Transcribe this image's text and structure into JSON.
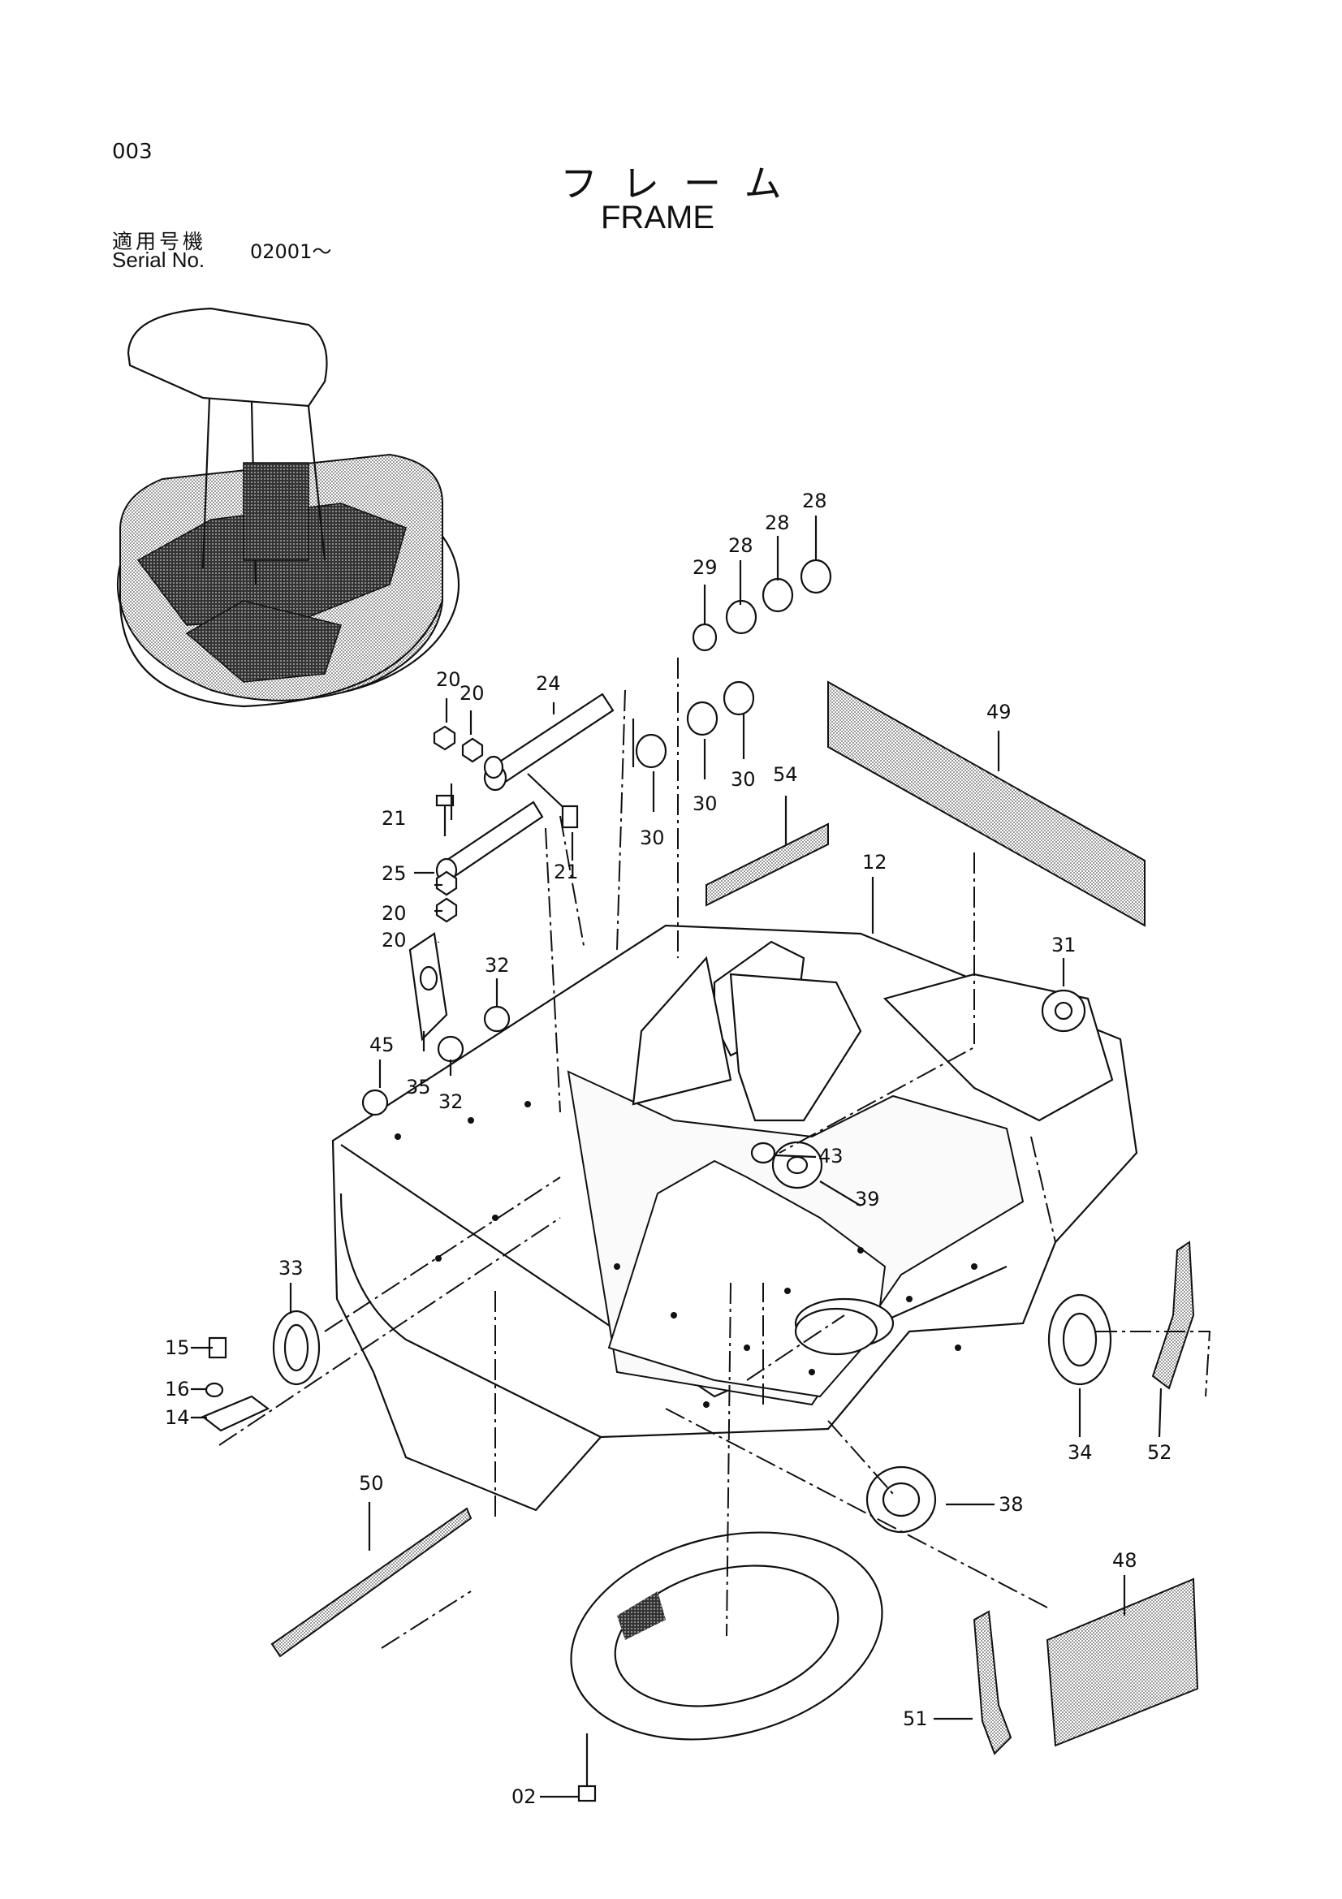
{
  "header": {
    "page_number": "003",
    "title_jp": "フレーム",
    "title_en": "FRAME",
    "serial_label_jp": "適用号機",
    "serial_label_en": "Serial No.",
    "serial_value": "02001～"
  },
  "callouts": [
    {
      "id": "c28a",
      "text": "28"
    },
    {
      "id": "c28b",
      "text": "28"
    },
    {
      "id": "c28c",
      "text": "28"
    },
    {
      "id": "c29",
      "text": "29"
    },
    {
      "id": "c20a",
      "text": "20"
    },
    {
      "id": "c20b",
      "text": "20"
    },
    {
      "id": "c24",
      "text": "24"
    },
    {
      "id": "c49",
      "text": "49"
    },
    {
      "id": "c21a",
      "text": "21"
    },
    {
      "id": "c21b",
      "text": "21"
    },
    {
      "id": "c30a",
      "text": "30"
    },
    {
      "id": "c30b",
      "text": "30"
    },
    {
      "id": "c30c",
      "text": "30"
    },
    {
      "id": "c54",
      "text": "54"
    },
    {
      "id": "c12",
      "text": "12"
    },
    {
      "id": "c25",
      "text": "25"
    },
    {
      "id": "c20c",
      "text": "20"
    },
    {
      "id": "c20d",
      "text": "20"
    },
    {
      "id": "c31",
      "text": "31"
    },
    {
      "id": "c32a",
      "text": "32"
    },
    {
      "id": "c32b",
      "text": "32"
    },
    {
      "id": "c45",
      "text": "45"
    },
    {
      "id": "c35",
      "text": "35"
    },
    {
      "id": "c43",
      "text": "43"
    },
    {
      "id": "c39",
      "text": "39"
    },
    {
      "id": "c33",
      "text": "33"
    },
    {
      "id": "c15",
      "text": "15"
    },
    {
      "id": "c16",
      "text": "16"
    },
    {
      "id": "c14",
      "text": "14"
    },
    {
      "id": "c34",
      "text": "34"
    },
    {
      "id": "c52",
      "text": "52"
    },
    {
      "id": "c50",
      "text": "50"
    },
    {
      "id": "c38",
      "text": "38"
    },
    {
      "id": "c48",
      "text": "48"
    },
    {
      "id": "c51",
      "text": "51"
    },
    {
      "id": "c02",
      "text": "02"
    }
  ]
}
